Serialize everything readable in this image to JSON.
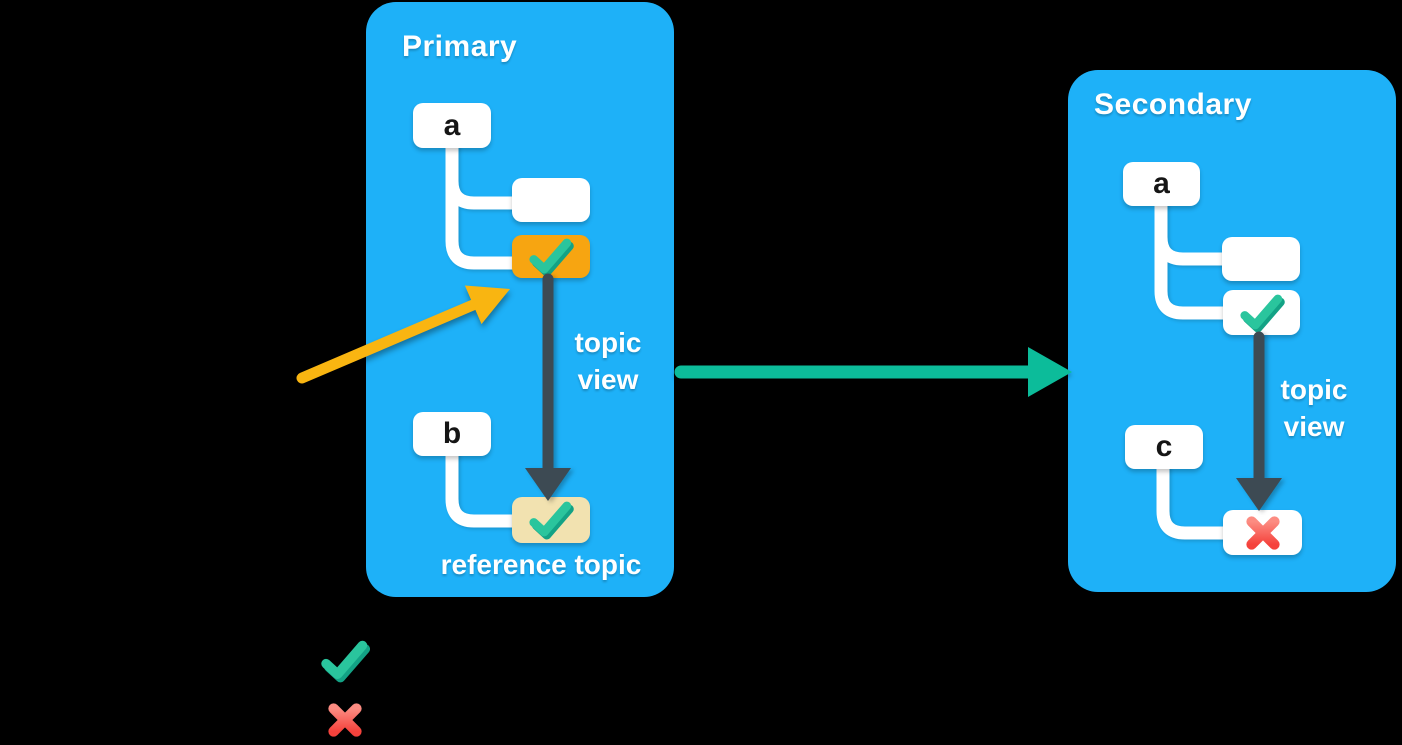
{
  "diagram": {
    "primary": {
      "title": "Primary",
      "node_a": "a",
      "node_b": "b",
      "topic_view_label": "topic view",
      "reference_topic_label": "reference topic"
    },
    "secondary": {
      "title": "Secondary",
      "node_a": "a",
      "node_c": "c",
      "topic_view_label": "topic view"
    }
  },
  "colors": {
    "background": "#000000",
    "container_blue": "#1EB1F8",
    "node_white": "#FFFFFF",
    "node_orange": "#F7A511",
    "node_cream": "#F2E2B0",
    "connector_white": "#FFFFFF",
    "arrow_dark": "#3D4A53",
    "arrow_teal": "#0CBC9A",
    "arrow_gold": "#F9B511",
    "check_light": "#2AC59D",
    "check_dark": "#13A285",
    "cross_light": "#FC8C82",
    "cross_dark": "#F5423C"
  }
}
